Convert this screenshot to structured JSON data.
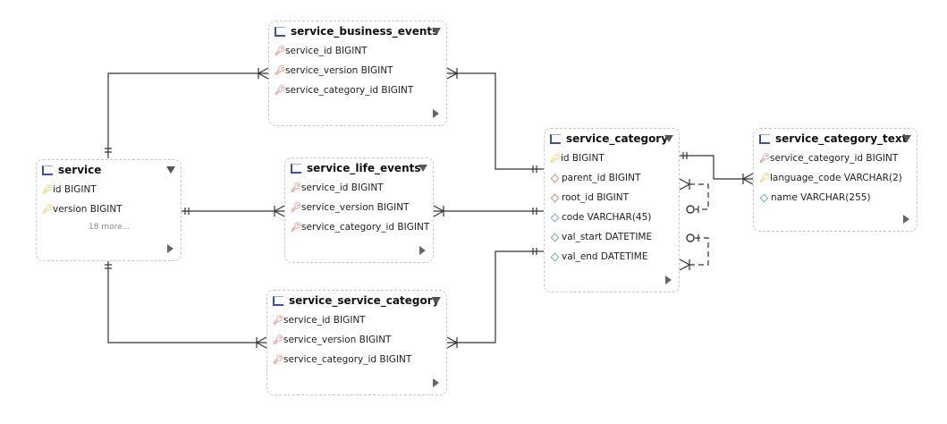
{
  "colors": {
    "line": "#333333",
    "pk": "#d8b400",
    "fk": "#c04a3e",
    "header_icon": "#3b4fa5"
  },
  "entities": {
    "service_business_events": {
      "title": "service_business_events",
      "columns": [
        {
          "text": "service_id BIGINT",
          "icon": "fk-key-icon"
        },
        {
          "text": "service_version BIGINT",
          "icon": "fk-key-icon"
        },
        {
          "text": "service_category_id BIGINT",
          "icon": "fk-key-icon"
        }
      ]
    },
    "service": {
      "title": "service",
      "columns": [
        {
          "text": "id BIGINT",
          "icon": "pk-key-icon"
        },
        {
          "text": "version BIGINT",
          "icon": "pk-key-icon"
        }
      ],
      "more": "18 more..."
    },
    "service_life_events": {
      "title": "service_life_events",
      "columns": [
        {
          "text": "service_id BIGINT",
          "icon": "fk-key-icon"
        },
        {
          "text": "service_version BIGINT",
          "icon": "fk-key-icon"
        },
        {
          "text": "service_category_id BIGINT",
          "icon": "fk-key-icon"
        }
      ]
    },
    "service_service_category": {
      "title": "service_service_category",
      "columns": [
        {
          "text": "service_id BIGINT",
          "icon": "fk-key-icon"
        },
        {
          "text": "service_version BIGINT",
          "icon": "fk-key-icon"
        },
        {
          "text": "service_category_id BIGINT",
          "icon": "fk-key-icon"
        }
      ]
    },
    "service_category": {
      "title": "service_category",
      "columns": [
        {
          "text": "id BIGINT",
          "icon": "pk-key-icon"
        },
        {
          "text": "parent_id BIGINT",
          "icon": "fk-attribute-icon"
        },
        {
          "text": "root_id BIGINT",
          "icon": "fk-attribute-icon"
        },
        {
          "text": "code VARCHAR(45)",
          "icon": "attribute-icon"
        },
        {
          "text": "val_start DATETIME",
          "icon": "attribute-icon"
        },
        {
          "text": "val_end DATETIME",
          "icon": "attribute-icon"
        }
      ]
    },
    "service_category_text": {
      "title": "service_category_text",
      "columns": [
        {
          "text": "service_category_id BIGINT",
          "icon": "fk-key-icon"
        },
        {
          "text": "language_code VARCHAR(2)",
          "icon": "pk-key-icon"
        },
        {
          "text": "name VARCHAR(255)",
          "icon": "attribute-icon"
        }
      ]
    }
  }
}
